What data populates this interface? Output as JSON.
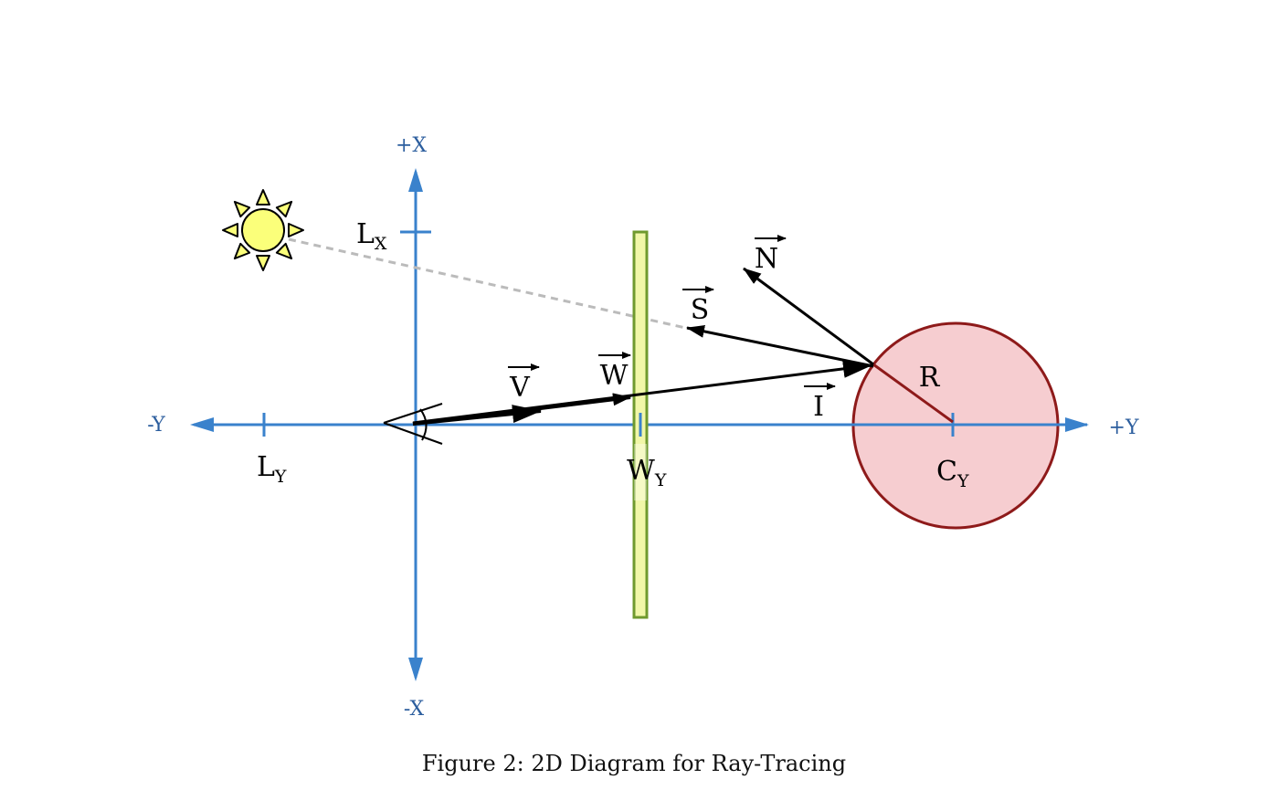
{
  "colors": {
    "axis": "#3a82cc",
    "axis_text": "#2c5e9e",
    "sphere_fill": "#f6cdd0",
    "sphere_stroke": "#8e1a1a",
    "window_fill": "#f1f7a8",
    "window_stroke": "#6f9a2e",
    "sun_fill": "#fbff7a",
    "shadow_ray": "#bbbbbb"
  },
  "icons": {
    "light_source": "sun-icon",
    "eye": "eye-icon"
  },
  "axes": {
    "plus_x": "+X",
    "minus_x": "-X",
    "plus_y": "+Y",
    "minus_y": "-Y"
  },
  "ticks": {
    "lx": {
      "main": "L",
      "sub": "X"
    },
    "ly": {
      "main": "L",
      "sub": "Y"
    },
    "wy": {
      "main": "W",
      "sub": "Y"
    },
    "cy": {
      "main": "C",
      "sub": "Y"
    }
  },
  "vectors": {
    "v": "V",
    "w": "W",
    "i": "I",
    "s": "S",
    "n": "N"
  },
  "radius_label": "R",
  "caption": "Figure 2: 2D Diagram for Ray-Tracing"
}
